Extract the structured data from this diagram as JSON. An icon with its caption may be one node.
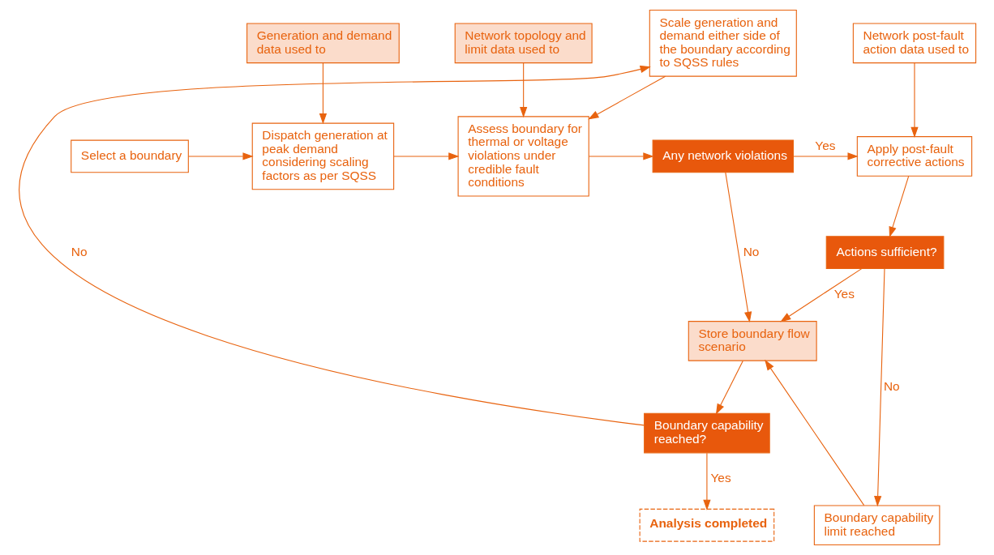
{
  "diagram": {
    "nodes": [
      {
        "text": [
          "Generation and demand data used to"
        ]
      },
      {
        "text": [
          "Network topology and limit data used to"
        ]
      },
      {
        "text": [
          "Network post-fault action data used to"
        ]
      },
      {
        "text": [
          "Select a boundary"
        ]
      },
      {
        "text": [
          "Dispatch generation at peak demand considering scaling factors as per SQSS"
        ]
      },
      {
        "text": [
          "Assess boundary for thermal or voltage violations under credible fault conditions"
        ]
      },
      {
        "text": [
          "Any network violations"
        ]
      },
      {
        "text": [
          "Apply post-fault corrective actions"
        ]
      },
      {
        "text": [
          "Scale generation and demand either side of the boundary according to SQSS rules"
        ]
      },
      {
        "text": [
          "Boundary capability reached?"
        ]
      },
      {
        "text": [
          "Store boundary flow scenario"
        ]
      },
      {
        "text": [
          "Actions sufficient?"
        ]
      },
      {
        "text": [
          "Analysis completed"
        ]
      },
      {
        "text": [
          "Boundary capability limit reached"
        ]
      }
    ],
    "edges": [
      {
        "from": 0,
        "to": 4,
        "arrow": "to"
      },
      {
        "from": 1,
        "to": 5,
        "arrow": "to"
      },
      {
        "from": 2,
        "to": 7,
        "arrow": "to"
      },
      {
        "from": 3,
        "to": 4,
        "arrow": "to"
      },
      {
        "from": 4,
        "to": 5,
        "arrow": "to"
      },
      {
        "from": 5,
        "to": 6,
        "arrow": "to"
      },
      {
        "from": 6,
        "to": 7,
        "arrow": "to",
        "label": "Yes"
      },
      {
        "from": 6,
        "to": 10,
        "arrow": "to",
        "label": "No"
      },
      {
        "from": 7,
        "to": 11,
        "arrow": "to"
      },
      {
        "from": 11,
        "to": 10,
        "arrow": "to",
        "label": "Yes"
      },
      {
        "from": 11,
        "to": 13,
        "arrow": "to",
        "label": "No"
      },
      {
        "from": 13,
        "to": 10,
        "arrow": "to"
      },
      {
        "from": 10,
        "to": 9,
        "arrow": "to"
      },
      {
        "from": 9,
        "to": 8,
        "arrow": "to",
        "label": "No"
      },
      {
        "from": 8,
        "to": 5,
        "arrow": "to"
      },
      {
        "from": 9,
        "to": 12,
        "arrow": "to",
        "label": "Yes"
      }
    ]
  }
}
